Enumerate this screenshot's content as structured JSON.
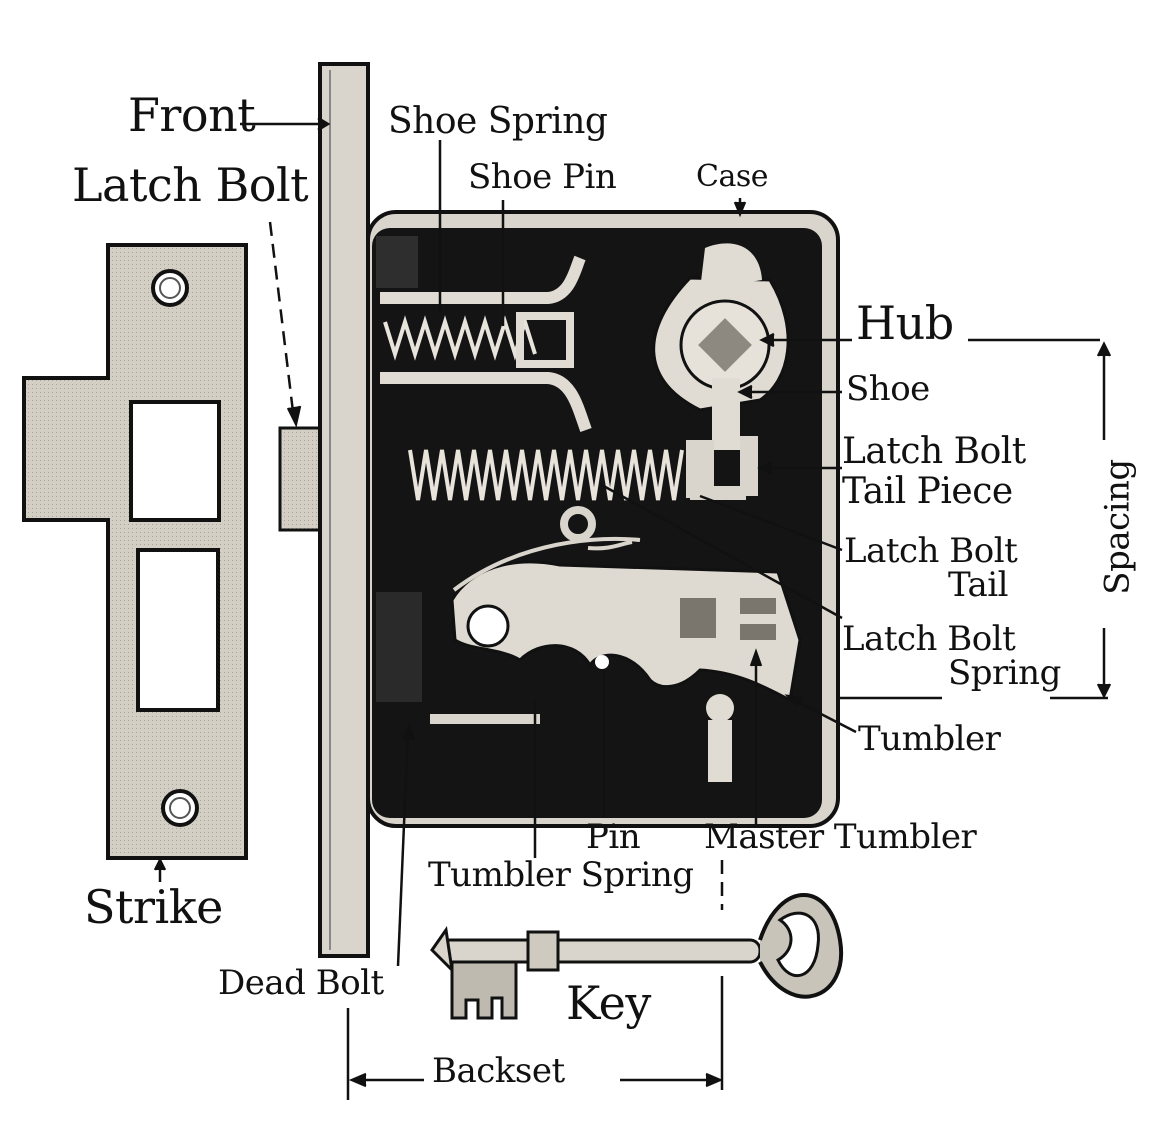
{
  "labels": {
    "front": "Front",
    "latch_bolt": "Latch Bolt",
    "strike": "Strike",
    "shoe_spring": "Shoe Spring",
    "shoe_pin": "Shoe Pin",
    "case": "Case",
    "hub": "Hub",
    "shoe": "Shoe",
    "latch_bolt_tail_piece_1": "Latch Bolt",
    "latch_bolt_tail_piece_2": "Tail Piece",
    "latch_bolt_tail_1": "Latch Bolt",
    "latch_bolt_tail_2": "Tail",
    "latch_bolt_spring_1": "Latch Bolt",
    "latch_bolt_spring_2": "Spring",
    "spacing": "Spacing",
    "tumbler": "Tumbler",
    "pin": "Pin",
    "tumbler_spring": "Tumbler Spring",
    "master_tumbler": "Master Tumbler",
    "dead_bolt": "Dead Bolt",
    "key": "Key",
    "backset": "Backset"
  },
  "colors": {
    "ink": "#111111",
    "plate": "#cfcac0",
    "case_inside": "#1a1a1a",
    "metal_light": "#dedad2"
  }
}
